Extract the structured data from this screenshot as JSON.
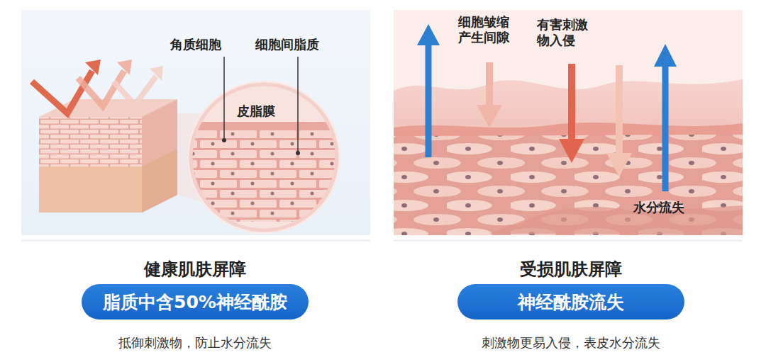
{
  "diagram": {
    "nodes": [
      {
        "text": [
          "脂质中含50%神经酰胺"
        ]
      },
      {
        "text": [
          "神经酰胺流失"
        ]
      }
    ],
    "labels": [
      "角质细胞",
      "细胞间脂质",
      "皮脂膜",
      "健康肌肤屏障",
      "抵御刺激物，防止水分流失",
      "细胞皱缩产生间隙",
      "有害刺激物入侵",
      "水分流失",
      "受损肌肤屏障",
      "刺激物更易入侵，表皮水分流失"
    ]
  }
}
